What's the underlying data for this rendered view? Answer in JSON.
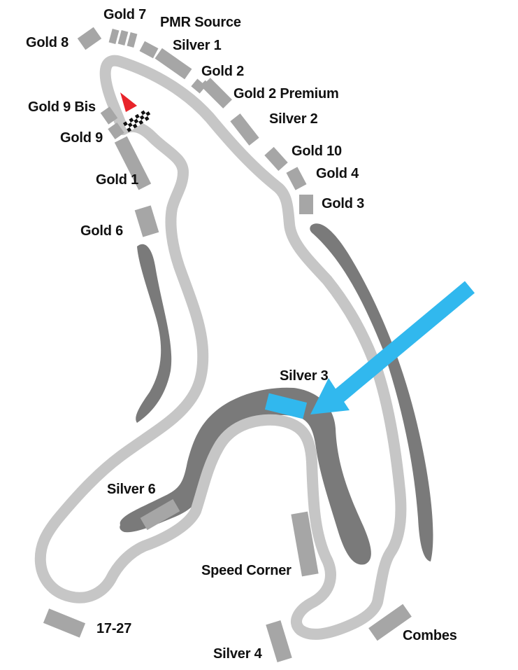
{
  "colors": {
    "track": "#c6c6c6",
    "zone": "#7a7a7a",
    "stand": "#a6a6a6",
    "highlight": "#31b8ee",
    "start": "#e8242a",
    "label": "#111111"
  },
  "icons": {
    "start_direction": "red-triangle-arrow-icon",
    "finish_line": "checkered-flag-icon",
    "highlight_arrow": "blue-arrow-icon"
  },
  "stands": {
    "gold_7": "Gold 7",
    "pmr_source": "PMR Source",
    "gold_8": "Gold 8",
    "silver_1": "Silver 1",
    "gold_2": "Gold 2",
    "gold_2_premium": "Gold 2 Premium",
    "gold_9_bis": "Gold 9 Bis",
    "silver_2": "Silver 2",
    "gold_9": "Gold 9",
    "gold_10": "Gold 10",
    "gold_4": "Gold 4",
    "gold_1": "Gold 1",
    "gold_3": "Gold 3",
    "gold_6": "Gold 6",
    "silver_3": "Silver 3",
    "silver_6": "Silver 6",
    "speed_corner": "Speed Corner",
    "seventeen_27": "17-27",
    "combes": "Combes",
    "silver_4": "Silver 4"
  }
}
